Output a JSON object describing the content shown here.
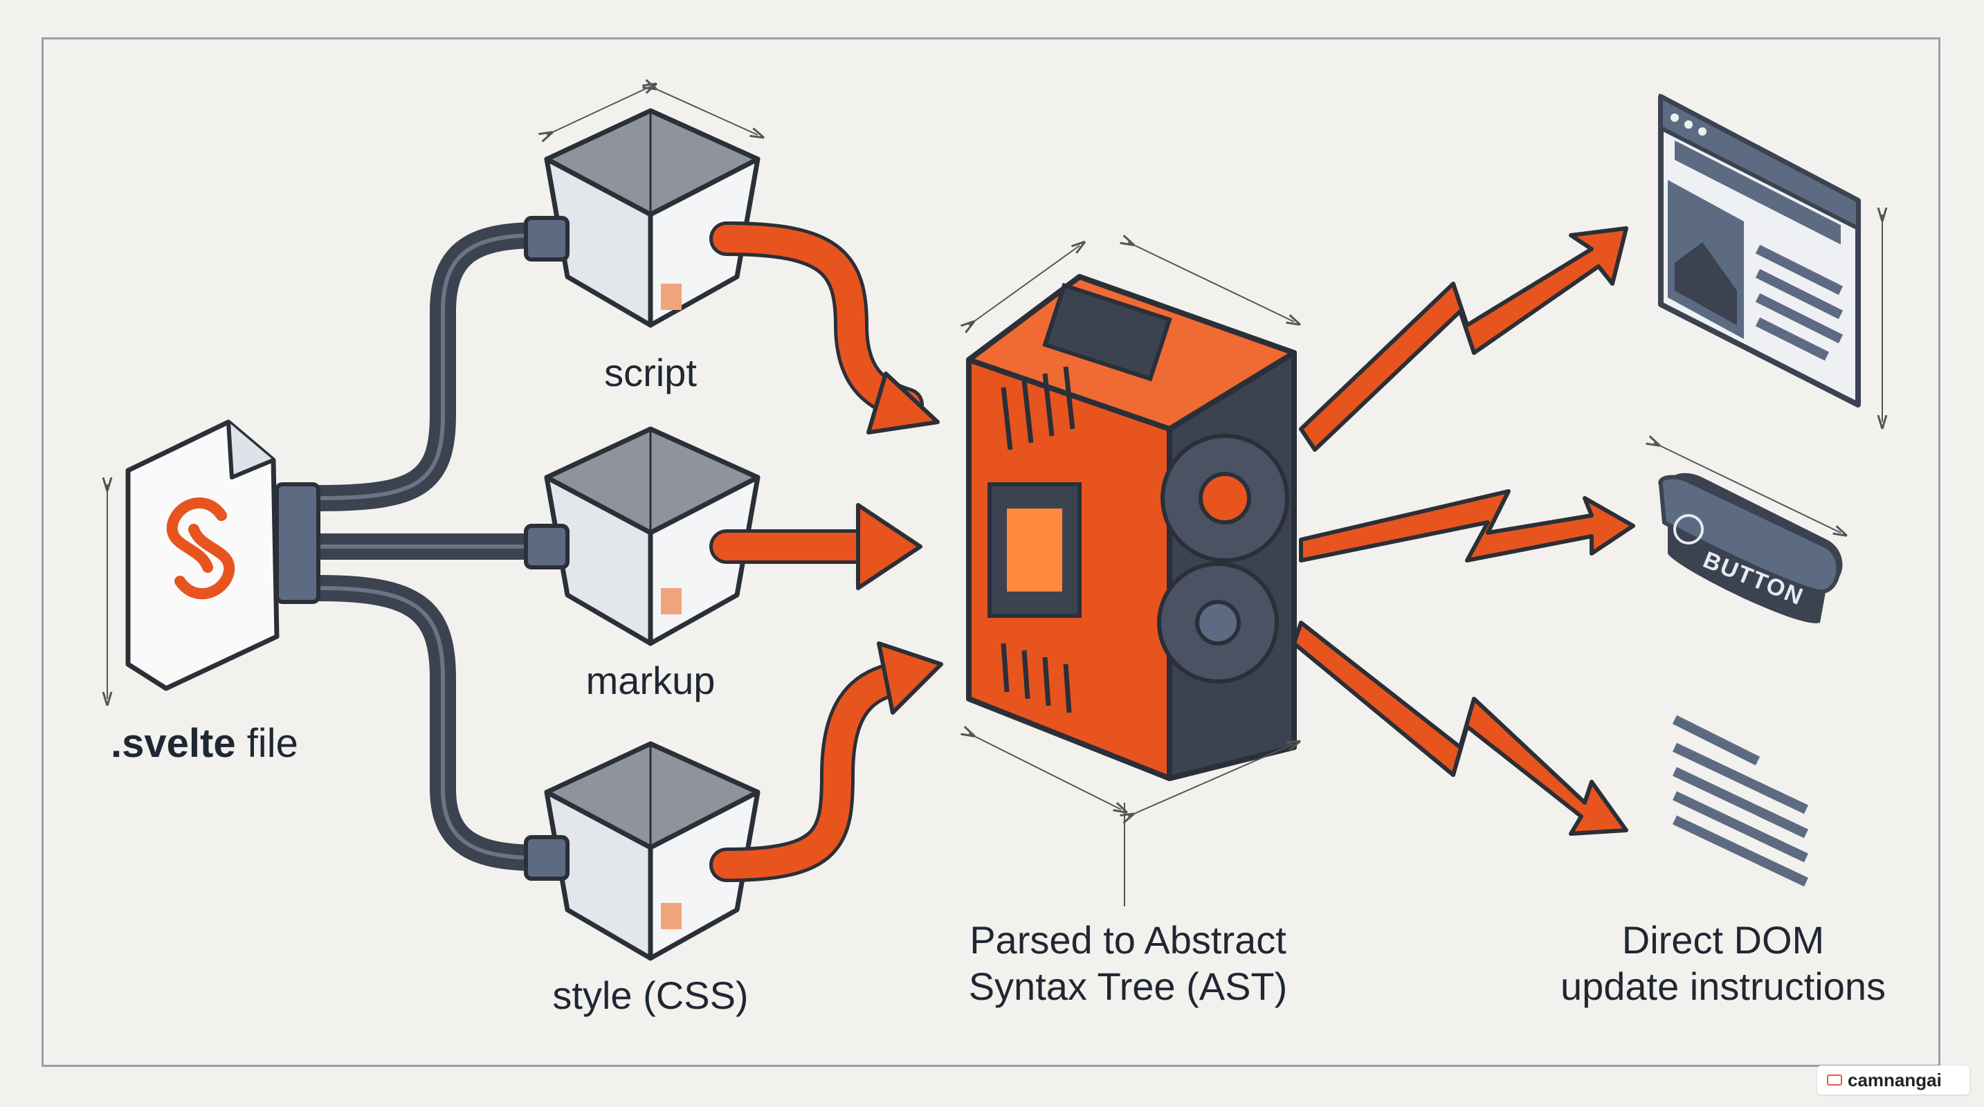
{
  "labels": {
    "svelte_file_prefix": ".svelte",
    "svelte_file_suffix": " file",
    "script": "script",
    "markup": "markup",
    "style": "style (CSS)",
    "ast_line1": "Parsed to Abstract",
    "ast_line2": "Syntax Tree (AST)",
    "dom_line1": "Direct DOM",
    "dom_line2": "update instructions",
    "button": "BUTTON"
  },
  "watermark": "camnangai",
  "colors": {
    "accent": "#e8541e",
    "dark_pipe": "#3b4250",
    "steel": "#5d6b82",
    "text": "#1f2733",
    "background": "#f2f1ee"
  },
  "icons": [
    "svelte-logo-icon",
    "browser-window-icon",
    "button-icon",
    "text-lines-icon",
    "chip-icon",
    "gear-icon"
  ]
}
